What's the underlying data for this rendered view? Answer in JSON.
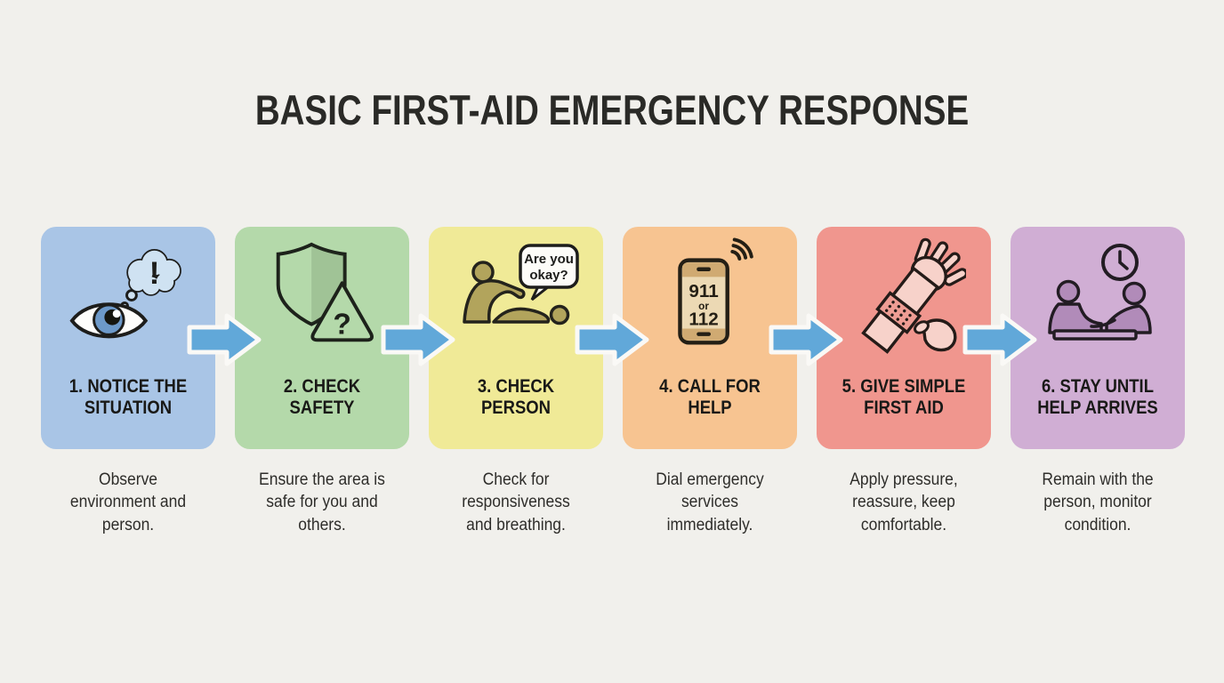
{
  "title": "BASIC FIRST-AID EMERGENCY RESPONSE",
  "colors": {
    "background": "#f1f0ec",
    "arrow": "#61a8d9",
    "title_text": "#2a2a27",
    "step_title_text": "#191917",
    "description_text": "#2e2d2a"
  },
  "steps": [
    {
      "title": "1. NOTICE THE SITUATION",
      "description": "Observe environment and person.",
      "card_color": "#a9c5e6",
      "icon": "eye-thought-bubble-icon",
      "thought_bubble_text": "!"
    },
    {
      "title": "2. CHECK SAFETY",
      "description": "Ensure the area is safe for you and others.",
      "card_color": "#b4d9aa",
      "icon": "shield-hazard-icon",
      "hazard_text": "?"
    },
    {
      "title": "3. CHECK PERSON",
      "description": "Check for responsiveness and breathing.",
      "card_color": "#f0ea97",
      "icon": "responder-check-icon",
      "speech_bubble_lines": [
        "Are you",
        "okay?"
      ]
    },
    {
      "title": "4. CALL FOR HELP",
      "description": "Dial emergency services immediately.",
      "card_color": "#f7c491",
      "icon": "emergency-phone-icon",
      "phone_lines": [
        "911",
        "or",
        "112"
      ]
    },
    {
      "title": "5. GIVE SIMPLE FIRST AID",
      "description": "Apply pressure, reassure, keep comfortable.",
      "card_color": "#f0968e",
      "icon": "wrist-pressure-icon"
    },
    {
      "title": "6. STAY UNTIL HELP ARRIVES",
      "description": "Remain with the person, monitor condition.",
      "card_color": "#d0aed4",
      "icon": "wait-with-person-icon"
    }
  ]
}
